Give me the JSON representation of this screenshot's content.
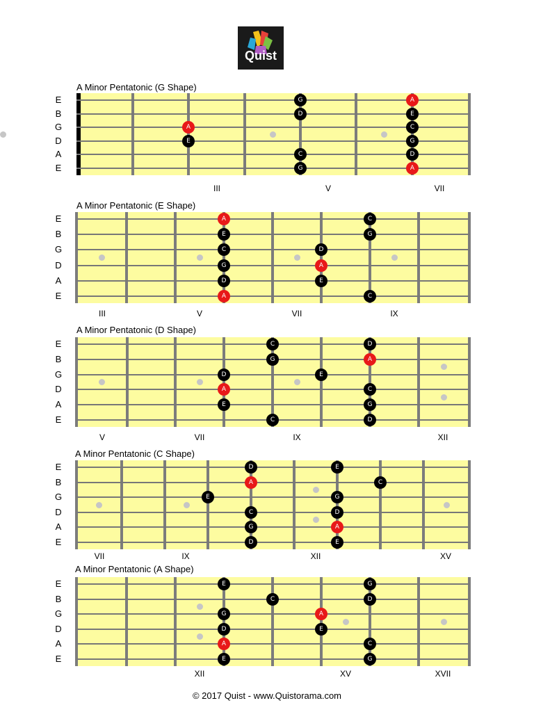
{
  "logo": {
    "text": "Quist"
  },
  "colors": {
    "board": "#fdfca0",
    "fret": "#7c7c7c",
    "root_note": "#e81919",
    "note": "#000000",
    "inlay": "#c6c6c6"
  },
  "diagrams": [
    {
      "title": "A Minor Pentatonic (G Shape)",
      "strings": [
        "E",
        "B",
        "G",
        "D",
        "A",
        "E"
      ],
      "frets": [
        "III",
        "V",
        "VII"
      ],
      "notes": [
        {
          "s": 0,
          "f": 4,
          "n": "G",
          "root": false
        },
        {
          "s": 0,
          "f": 6,
          "n": "A",
          "root": true
        },
        {
          "s": 1,
          "f": 4,
          "n": "D",
          "root": false
        },
        {
          "s": 1,
          "f": 6,
          "n": "E",
          "root": false
        },
        {
          "s": 2,
          "f": 2,
          "n": "A",
          "root": true
        },
        {
          "s": 2,
          "f": 6,
          "n": "C",
          "root": false
        },
        {
          "s": 3,
          "f": 2,
          "n": "E",
          "root": false
        },
        {
          "s": 3,
          "f": 6,
          "n": "G",
          "root": false
        },
        {
          "s": 4,
          "f": 4,
          "n": "C",
          "root": false
        },
        {
          "s": 4,
          "f": 6,
          "n": "D",
          "root": false
        },
        {
          "s": 5,
          "f": 4,
          "n": "G",
          "root": false
        },
        {
          "s": 5,
          "f": 6,
          "n": "A",
          "root": true
        }
      ]
    },
    {
      "title": "A Minor Pentatonic (E Shape)",
      "strings": [
        "E",
        "B",
        "G",
        "D",
        "A",
        "E"
      ],
      "frets": [
        "III",
        "V",
        "VII",
        "IX"
      ],
      "notes": [
        {
          "s": 0,
          "f": 3,
          "n": "A",
          "root": true
        },
        {
          "s": 0,
          "f": 6,
          "n": "C",
          "root": false
        },
        {
          "s": 1,
          "f": 3,
          "n": "E",
          "root": false
        },
        {
          "s": 1,
          "f": 6,
          "n": "G",
          "root": false
        },
        {
          "s": 2,
          "f": 3,
          "n": "C",
          "root": false
        },
        {
          "s": 2,
          "f": 5,
          "n": "D",
          "root": false
        },
        {
          "s": 3,
          "f": 3,
          "n": "G",
          "root": false
        },
        {
          "s": 3,
          "f": 5,
          "n": "A",
          "root": true
        },
        {
          "s": 4,
          "f": 3,
          "n": "D",
          "root": false
        },
        {
          "s": 4,
          "f": 5,
          "n": "E",
          "root": false
        },
        {
          "s": 5,
          "f": 3,
          "n": "A",
          "root": true
        },
        {
          "s": 5,
          "f": 6,
          "n": "C",
          "root": false
        }
      ]
    },
    {
      "title": "A Minor Pentatonic (D Shape)",
      "strings": [
        "E",
        "B",
        "G",
        "D",
        "A",
        "E"
      ],
      "frets": [
        "V",
        "VII",
        "IX",
        "XII"
      ],
      "notes": [
        {
          "s": 0,
          "f": 4,
          "n": "C",
          "root": false
        },
        {
          "s": 0,
          "f": 6,
          "n": "D",
          "root": false
        },
        {
          "s": 1,
          "f": 4,
          "n": "G",
          "root": false
        },
        {
          "s": 1,
          "f": 6,
          "n": "A",
          "root": true
        },
        {
          "s": 2,
          "f": 3,
          "n": "D",
          "root": false
        },
        {
          "s": 2,
          "f": 5,
          "n": "E",
          "root": false
        },
        {
          "s": 3,
          "f": 3,
          "n": "A",
          "root": true
        },
        {
          "s": 3,
          "f": 6,
          "n": "C",
          "root": false
        },
        {
          "s": 4,
          "f": 3,
          "n": "E",
          "root": false
        },
        {
          "s": 4,
          "f": 6,
          "n": "G",
          "root": false
        },
        {
          "s": 5,
          "f": 4,
          "n": "C",
          "root": false
        },
        {
          "s": 5,
          "f": 6,
          "n": "D",
          "root": false
        }
      ]
    },
    {
      "title": "A Minor Pentatonic (C Shape)",
      "strings": [
        "E",
        "B",
        "G",
        "D",
        "A",
        "E"
      ],
      "frets": [
        "VII",
        "IX",
        "XII",
        "XV"
      ],
      "notes": [
        {
          "s": 0,
          "f": 4,
          "n": "D",
          "root": false
        },
        {
          "s": 0,
          "f": 6,
          "n": "E",
          "root": false
        },
        {
          "s": 1,
          "f": 4,
          "n": "A",
          "root": true
        },
        {
          "s": 1,
          "f": 7,
          "n": "C",
          "root": false
        },
        {
          "s": 2,
          "f": 3,
          "n": "E",
          "root": false
        },
        {
          "s": 2,
          "f": 6,
          "n": "G",
          "root": false
        },
        {
          "s": 3,
          "f": 4,
          "n": "C",
          "root": false
        },
        {
          "s": 3,
          "f": 6,
          "n": "D",
          "root": false
        },
        {
          "s": 4,
          "f": 4,
          "n": "G",
          "root": false
        },
        {
          "s": 4,
          "f": 6,
          "n": "A",
          "root": true
        },
        {
          "s": 5,
          "f": 4,
          "n": "D",
          "root": false
        },
        {
          "s": 5,
          "f": 6,
          "n": "E",
          "root": false
        }
      ]
    },
    {
      "title": "A Minor Pentatonic (A Shape)",
      "strings": [
        "E",
        "B",
        "G",
        "D",
        "A",
        "E"
      ],
      "frets": [
        "XII",
        "XV",
        "XVII"
      ],
      "notes": [
        {
          "s": 0,
          "f": 3,
          "n": "E",
          "root": false
        },
        {
          "s": 0,
          "f": 6,
          "n": "G",
          "root": false
        },
        {
          "s": 1,
          "f": 4,
          "n": "C",
          "root": false
        },
        {
          "s": 1,
          "f": 6,
          "n": "D",
          "root": false
        },
        {
          "s": 2,
          "f": 3,
          "n": "G",
          "root": false
        },
        {
          "s": 2,
          "f": 5,
          "n": "A",
          "root": true
        },
        {
          "s": 3,
          "f": 3,
          "n": "D",
          "root": false
        },
        {
          "s": 3,
          "f": 5,
          "n": "E",
          "root": false
        },
        {
          "s": 4,
          "f": 3,
          "n": "A",
          "root": true
        },
        {
          "s": 4,
          "f": 6,
          "n": "C",
          "root": false
        },
        {
          "s": 5,
          "f": 3,
          "n": "E",
          "root": false
        },
        {
          "s": 5,
          "f": 6,
          "n": "G",
          "root": false
        }
      ]
    }
  ],
  "footer": "© 2017 Quist - www.Quistorama.com"
}
